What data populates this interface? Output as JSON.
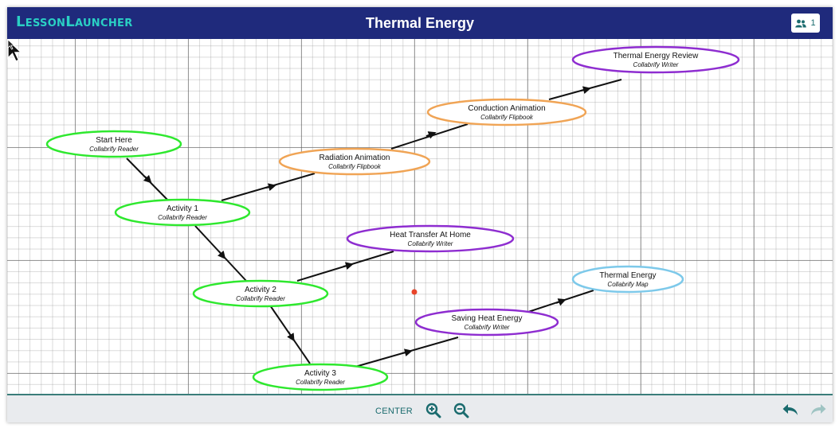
{
  "header": {
    "logo": "LessonLauncher",
    "title": "Thermal Energy",
    "users_count": "1",
    "users_icon": "people-icon"
  },
  "colors": {
    "header_bg": "#1f2a7c",
    "logo": "#2ad0c4",
    "reader": "#2ee82e",
    "flipbook": "#f0a455",
    "writer": "#8e2dd0",
    "map": "#7dc9ea",
    "accent": "#1a6b6e"
  },
  "nodes": {
    "start_here": {
      "name": "Start Here",
      "type": "Collabrify Reader"
    },
    "activity_1": {
      "name": "Activity 1",
      "type": "Collabrify Reader"
    },
    "activity_2": {
      "name": "Activity 2",
      "type": "Collabrify Reader"
    },
    "activity_3": {
      "name": "Activity 3",
      "type": "Collabrify Reader"
    },
    "radiation_animation": {
      "name": "Radiation Animation",
      "type": "Collabrify Flipbook"
    },
    "conduction_animation": {
      "name": "Conduction Animation",
      "type": "Collabrify Flipbook"
    },
    "thermal_energy_review": {
      "name": "Thermal Energy Review",
      "type": "Collabrify Writer"
    },
    "heat_transfer_at_home": {
      "name": "Heat Transfer At Home",
      "type": "Collabrify Writer"
    },
    "saving_heat_energy": {
      "name": "Saving Heat Energy",
      "type": "Collabrify Writer"
    },
    "thermal_energy_map": {
      "name": "Thermal Energy",
      "type": "Collabrify Map"
    }
  },
  "footer": {
    "center_label": "CENTER",
    "zoom_in_icon": "zoom-in-icon",
    "zoom_out_icon": "zoom-out-icon",
    "undo_icon": "undo-icon",
    "redo_icon": "redo-icon"
  }
}
